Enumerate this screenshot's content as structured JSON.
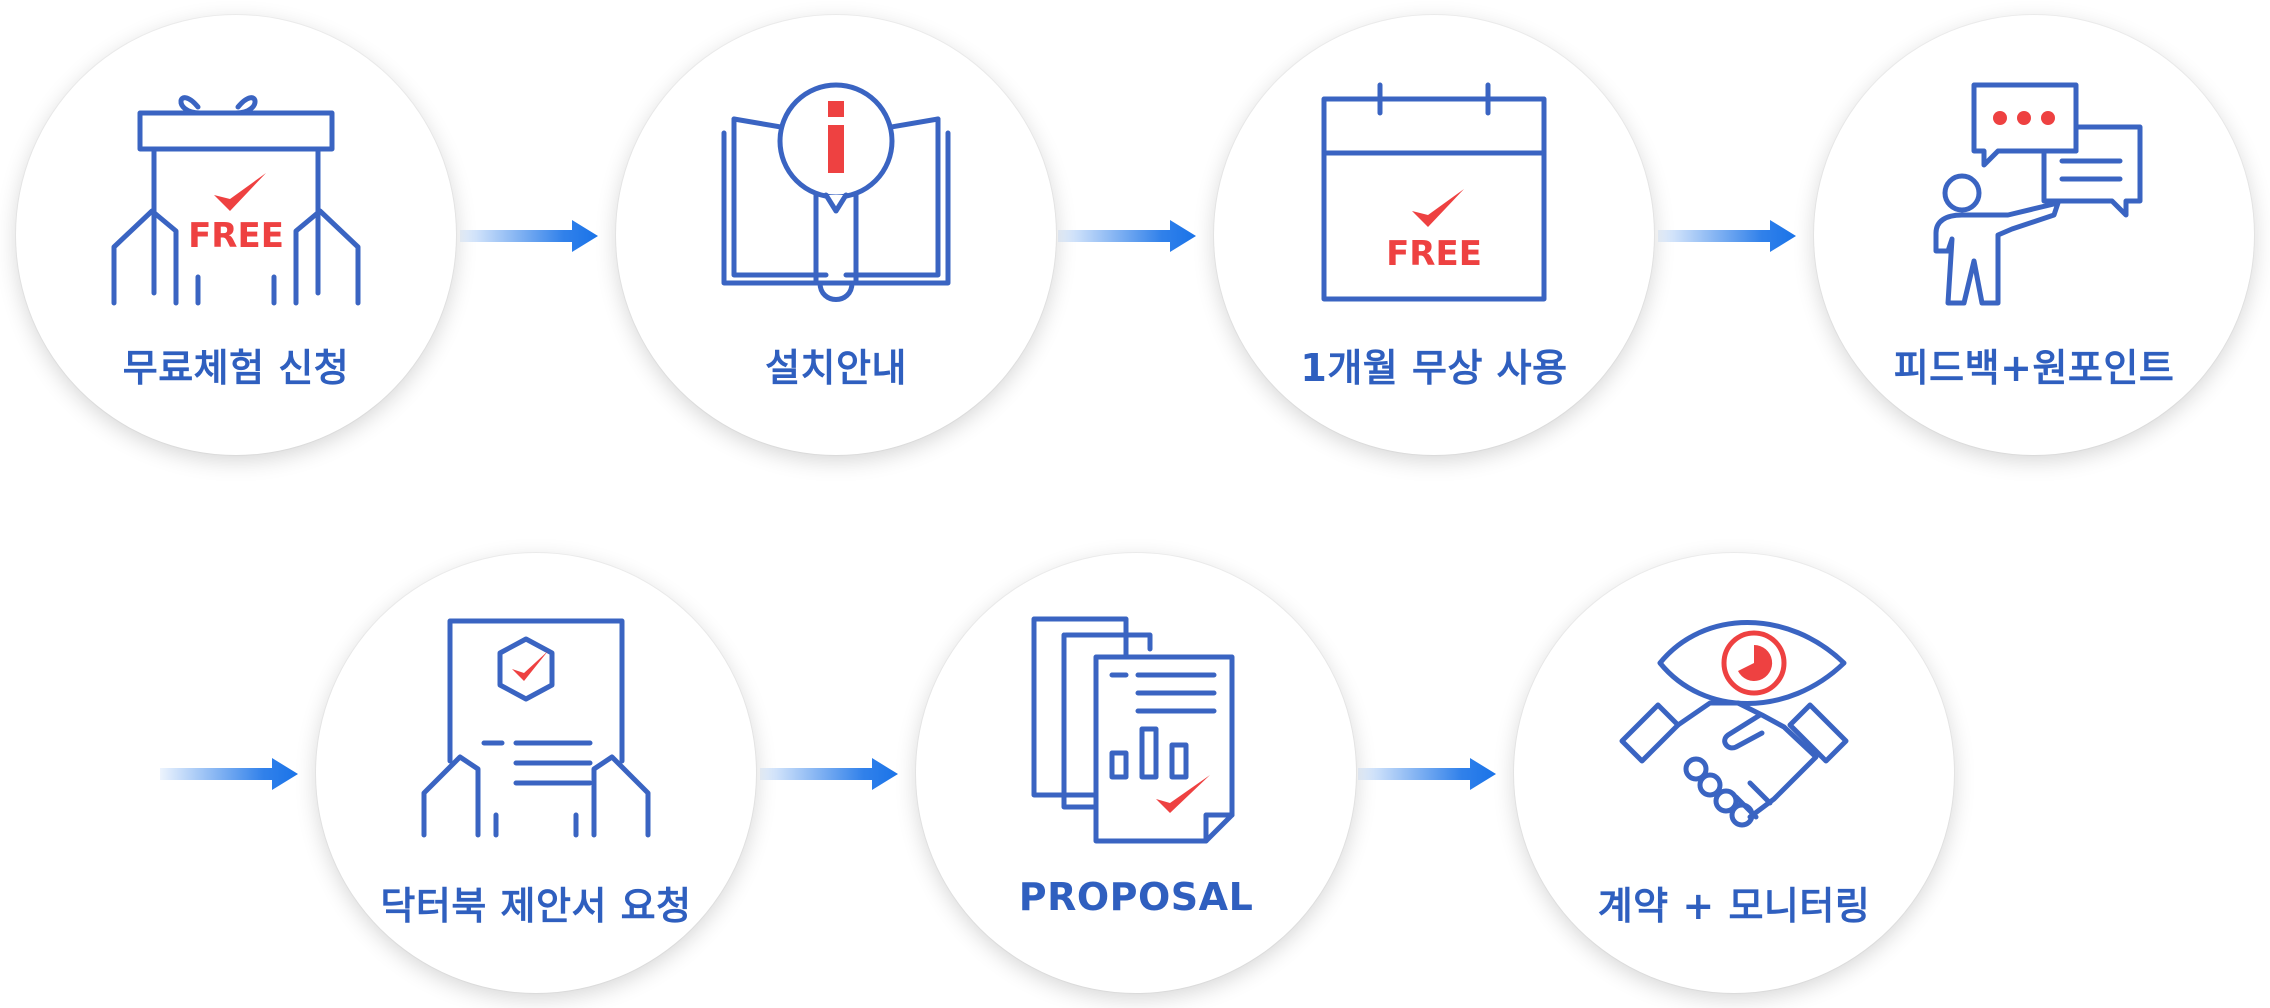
{
  "colors": {
    "icon_blue": "#3a64c2",
    "accent_red": "#ee4141",
    "label_blue": "#2f5fbf",
    "arrow_blue": "#1a73e8"
  },
  "steps": [
    {
      "label": "무료체험 신청",
      "icon": "gift-free-icon",
      "badge": "FREE"
    },
    {
      "label": "설치안내",
      "icon": "book-info-icon",
      "badge": "i"
    },
    {
      "label": "1개월 무상 사용",
      "icon": "calendar-free-icon",
      "badge": "FREE"
    },
    {
      "label": "피드백+원포인트",
      "icon": "presenter-chat-icon"
    },
    {
      "label": "닥터북 제안서 요청",
      "icon": "document-request-icon"
    },
    {
      "label": "PROPOSAL",
      "icon": "proposal-documents-icon"
    },
    {
      "label": "계약 + 모니터링",
      "icon": "handshake-eye-icon"
    }
  ]
}
